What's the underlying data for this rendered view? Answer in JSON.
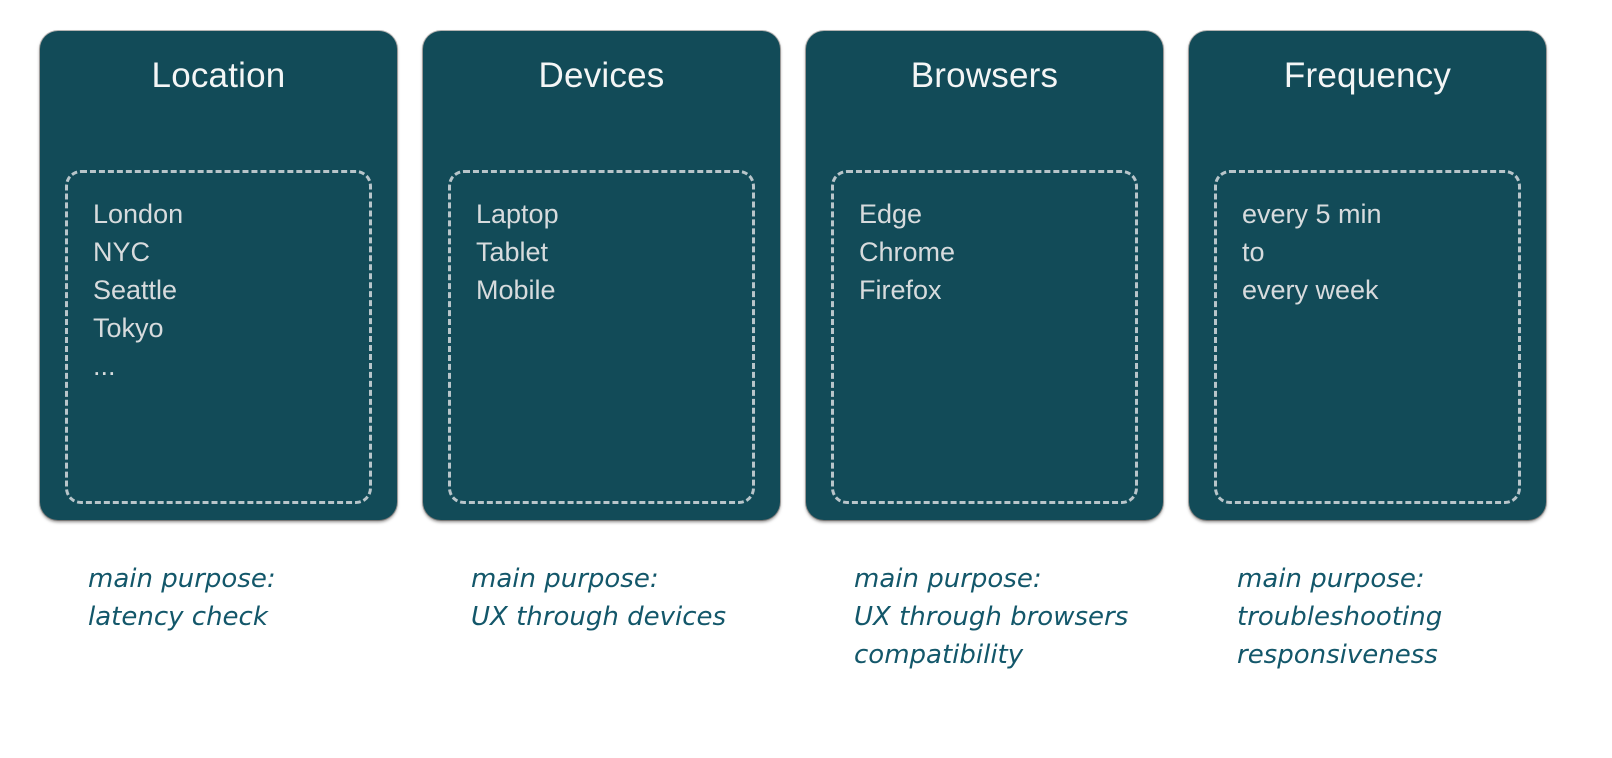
{
  "theme": {
    "page_background": "#ffffff",
    "card_background": "#124b58",
    "card_title_color": "#f4f6f6",
    "list_text_color": "#d7dbdd",
    "dashed_border_color": "#b8c5ca",
    "caption_color": "#13576a"
  },
  "columns": [
    {
      "title": "Location",
      "items": [
        "London",
        "NYC",
        "Seattle",
        "Tokyo",
        "..."
      ],
      "caption": [
        "main purpose:",
        "latency check"
      ]
    },
    {
      "title": "Devices",
      "items": [
        "Laptop",
        "Tablet",
        "Mobile"
      ],
      "caption": [
        "main purpose:",
        "UX through devices"
      ]
    },
    {
      "title": "Browsers",
      "items": [
        "Edge",
        "Chrome",
        "Firefox"
      ],
      "caption": [
        "main purpose:",
        "UX through browsers",
        "compatibility"
      ]
    },
    {
      "title": "Frequency",
      "items": [
        "every 5 min",
        "to",
        "every week"
      ],
      "caption": [
        "main purpose:",
        "troubleshooting",
        "responsiveness"
      ]
    }
  ]
}
